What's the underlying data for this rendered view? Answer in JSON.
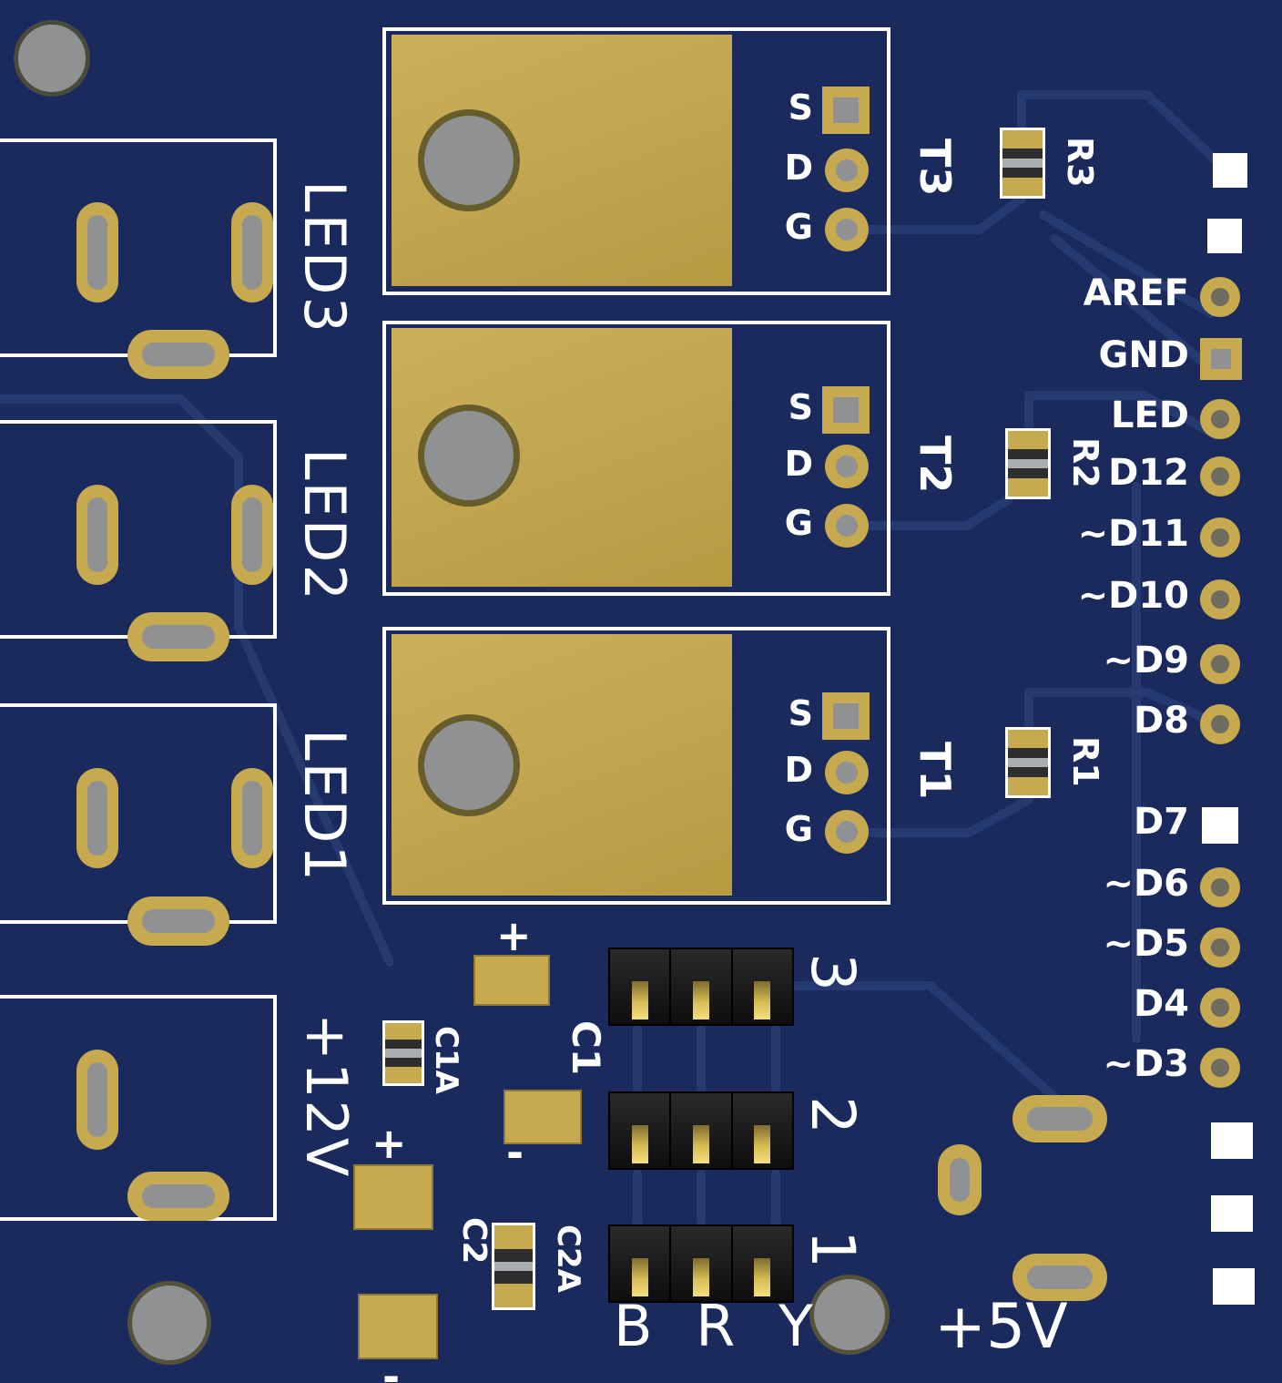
{
  "colors": {
    "board": "#1a2a5c",
    "trace": "#243a70",
    "silk": "#ffffff",
    "gold": "#c7a950",
    "hole_gray": "#8f9193",
    "pad_center_dark": "#6e6c5e",
    "smd_body": "#2e2e30",
    "smd_stripe": "#a9adb0",
    "header_black": "#191919",
    "pin_gold": "#d9bd55"
  },
  "left_connectors": [
    {
      "label": "LED3"
    },
    {
      "label": "LED2"
    },
    {
      "label": "LED1"
    },
    {
      "label": "+12V"
    }
  ],
  "fet_pins": {
    "s": "S",
    "d": "D",
    "g": "G"
  },
  "mosfets": [
    {
      "label": "T3"
    },
    {
      "label": "T2"
    },
    {
      "label": "T1"
    }
  ],
  "resistors": [
    {
      "label": "R3"
    },
    {
      "label": "R2"
    },
    {
      "label": "R1"
    }
  ],
  "capacitors": {
    "c1": "C1",
    "c1a": "C1A",
    "c2": "C2",
    "c2a": "C2A",
    "plus": "+",
    "minus": "-"
  },
  "right_header": {
    "labels": [
      "AREF",
      "GND",
      "LED",
      "D12",
      "~D11",
      "~D10",
      "~D9",
      "D8",
      "D7",
      "~D6",
      "~D5",
      "D4",
      "~D3"
    ]
  },
  "jumper_headers": [
    {
      "label": "3"
    },
    {
      "label": "2"
    },
    {
      "label": "1"
    }
  ],
  "texts": {
    "bry": "B R Y",
    "plus5v": "+5V"
  }
}
